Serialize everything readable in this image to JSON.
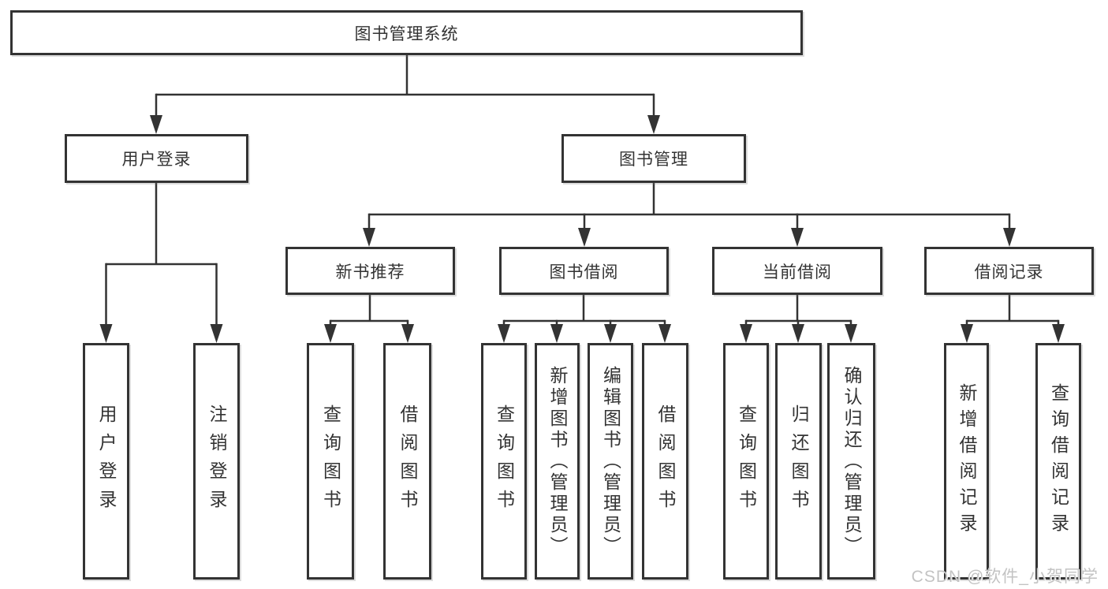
{
  "diagram": {
    "root": {
      "label": "图书管理系统"
    },
    "branches": [
      {
        "label": "用户登录",
        "children": [
          {
            "label": "用户登录"
          },
          {
            "label": "注销登录"
          }
        ]
      },
      {
        "label": "图书管理",
        "children": [
          {
            "label": "新书推荐",
            "children": [
              {
                "label": "查询图书"
              },
              {
                "label": "借阅图书"
              }
            ]
          },
          {
            "label": "图书借阅",
            "children": [
              {
                "label": "查询图书"
              },
              {
                "label": "新增图书（管理员）"
              },
              {
                "label": "编辑图书（管理员）"
              },
              {
                "label": "借阅图书"
              }
            ]
          },
          {
            "label": "当前借阅",
            "children": [
              {
                "label": "查询图书"
              },
              {
                "label": "归还图书"
              },
              {
                "label": "确认归还（管理员）"
              }
            ]
          },
          {
            "label": "借阅记录",
            "children": [
              {
                "label": "新增借阅记录"
              },
              {
                "label": "查询借阅记录"
              }
            ]
          }
        ]
      }
    ]
  },
  "watermark": {
    "text": "CSDN @软件_小贺同学"
  },
  "colors": {
    "line": "#333333",
    "border": "#333333",
    "text": "#333333",
    "background": "#ffffff",
    "watermark": "#c3c3c3"
  }
}
